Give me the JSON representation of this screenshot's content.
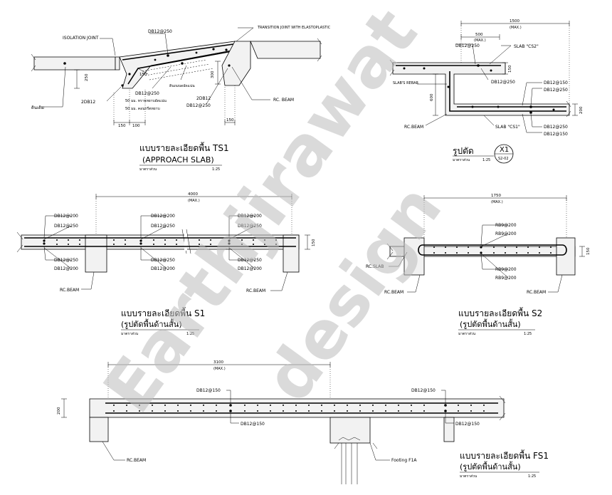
{
  "ts1": {
    "isolation_joint": "ISOLATION JOINT",
    "db_top": "DB12@250",
    "transition": "TRANSITION JOINT WITH ELASTOPLASTIC",
    "d250": "250",
    "d150a": "150",
    "d300": "300",
    "rc_beam": "RC. BEAM",
    "bar2db12_left": "2DB12",
    "bar2db12_right": "2DB12",
    "db_bot_left": "DB12@250",
    "db_bot_right": "DB12@250",
    "fill1": "ดินถมบดอัดแน่น",
    "fill2": "50 มม. ทรายหยาบอัดแน่น",
    "fill3": "50 มม. คอนกรีตหยาบ",
    "soil": "ดินเดิม",
    "d150b": "150",
    "d100": "100",
    "d150c": "150",
    "title": "แบบรายละเอียดพื้น  TS1",
    "subtitle": "(APPROACH SLAB)",
    "scale_label": "มาตราส่วน",
    "scale": "1:25"
  },
  "x1": {
    "d1500": "1500",
    "max1": "(MAX.)",
    "d500": "500",
    "max2": "(MAX.)",
    "db_top1": "DB12@250",
    "slab_cs2": "SLAB \"CS2\"",
    "d150": "150",
    "slab_rebar": "SLAB'S REBAR",
    "db_top2": "DB12@250",
    "db150_1": "DB12@150",
    "db250_1": "DB12@250",
    "d600": "600",
    "d200": "200",
    "rc_beam": "RC.BEAM",
    "slab_cs1": "SLAB \"CS1\"",
    "db250_2": "DB12@250",
    "db150_2": "DB12@150",
    "title": "รูปตัด",
    "scale_label": "มาตราส่วน",
    "scale": "1:25",
    "tag": "X1",
    "tag_ref": "S2-02"
  },
  "s1": {
    "d4000": "4000",
    "max": "(MAX.)",
    "top1": "DB12@200",
    "top1b": "DB12@250",
    "top2": "DB12@200",
    "top2b": "DB12@250",
    "top3": "DB12@200",
    "top3b": "DB12@250",
    "bot1": "DB12@250",
    "bot1b": "DB12@200",
    "bot2": "DB12@250",
    "bot2b": "DB12@200",
    "bot3": "DB12@250",
    "bot3b": "DB12@200",
    "d150": "150",
    "rc_beam_left": "RC.BEAM",
    "rc_beam_right": "RC.BEAM",
    "title": "แบบรายละเอียดพื้น  S1",
    "subtitle": "(รูปตัดพื้นด้านสั้น)",
    "scale_label": "มาตราส่วน",
    "scale": "1:25"
  },
  "s2": {
    "d1750": "1750",
    "max": "(MAX.)",
    "rb1": "RB9@200",
    "rb2": "RB9@200",
    "rb3": "RB9@200",
    "rb4": "RB9@200",
    "d150": "150",
    "rc_slab": "RC.SLAB",
    "rc_beam_left": "RC.BEAM",
    "rc_beam_right": "RC.BEAM",
    "title": "แบบรายละเอียดพื้น  S2",
    "subtitle": "(รูปตัดพื้นด้านสั้น)",
    "scale_label": "มาตราส่วน",
    "scale": "1:25"
  },
  "fs1": {
    "d3100": "3100",
    "max": "(MAX.)",
    "top_left": "DB12@150",
    "top_right": "DB12@150",
    "bot_left": "DB12@150",
    "bot_right": "DB12@150",
    "d200": "200",
    "rc_beam": "RC.BEAM",
    "footing": "Footing F1A",
    "title": "แบบรายละเอียดพื้น  FS1",
    "subtitle": "(รูปตัดพื้นด้านสั้น)",
    "scale_label": "มาตราส่วน",
    "scale": "1:25"
  },
  "watermark": {
    "line1": "Earthjirawat",
    "line2": "design"
  }
}
